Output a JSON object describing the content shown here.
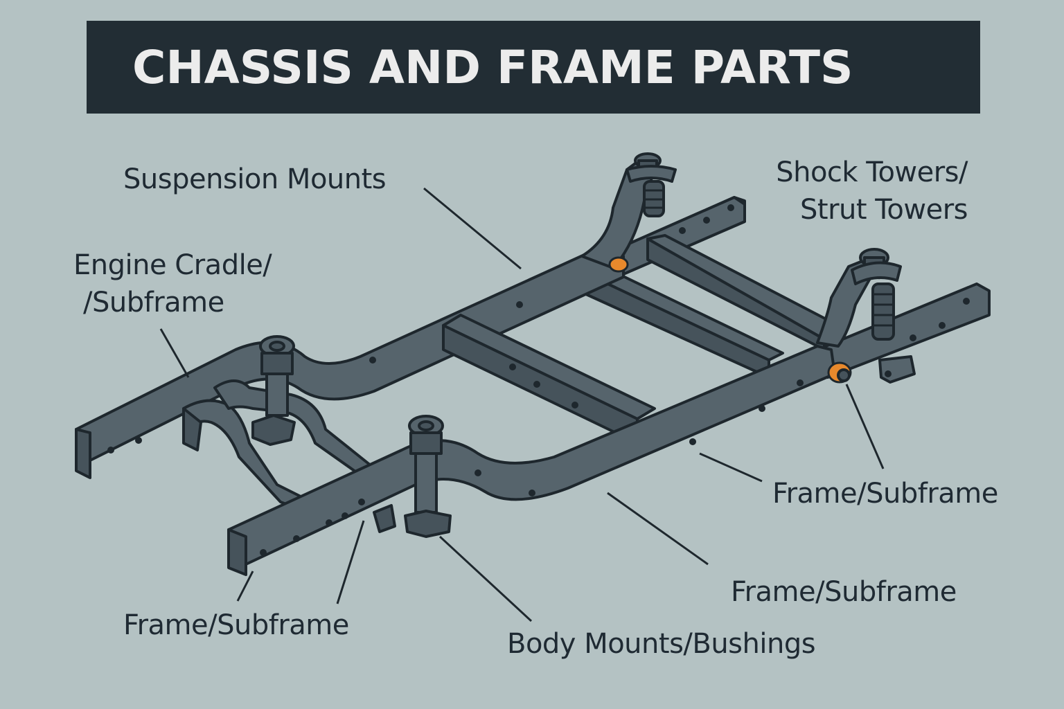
{
  "title": "CHASSIS AND FRAME PARTS",
  "labels": {
    "suspension_mounts": "Suspension Mounts",
    "shock_towers_line1": "Shock Towers/",
    "shock_towers_line2": "Strut Towers",
    "engine_cradle_line1": "Engine Cradle/",
    "engine_cradle_line2": "/Subframe",
    "frame_subframe_right": "Frame/Subframe",
    "frame_subframe_center": "Frame/Subframe",
    "frame_subframe_left": "Frame/Subframe",
    "body_mounts": "Body Mounts/Bushings"
  },
  "colors": {
    "background": "#b4c2c3",
    "title_bar": "#222d34",
    "title_text": "#ececec",
    "frame_steel": "#56646c",
    "outline": "#1e272d",
    "bushing_accent": "#e8892c"
  }
}
